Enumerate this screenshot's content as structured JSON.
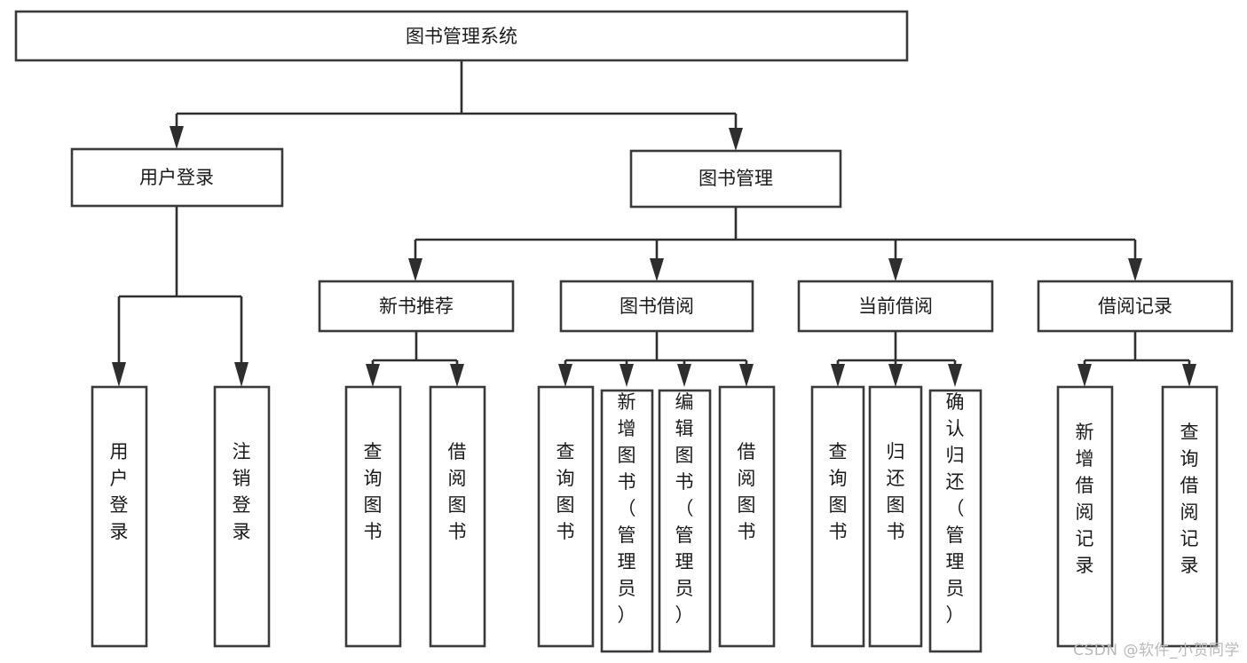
{
  "diagram": {
    "title": "图书管理系统",
    "type": "tree-hierarchy-diagram",
    "watermark": "CSDN @软件_小贺同学",
    "colors": {
      "background": "#ffffff",
      "node_fill": "#ffffff",
      "node_stroke": "#3a3a3a",
      "connector": "#2e2e2e",
      "text": "#1a1a1a",
      "watermark": "#b9b9b9"
    },
    "nodes": {
      "root": {
        "label": "图书管理系统"
      },
      "level2": [
        {
          "label": "用户登录"
        },
        {
          "label": "图书管理"
        }
      ],
      "level3": [
        {
          "label": "新书推荐"
        },
        {
          "label": "图书借阅"
        },
        {
          "label": "当前借阅"
        },
        {
          "label": "借阅记录"
        }
      ],
      "leaves": {
        "user_login": [
          {
            "label": "用户登录"
          },
          {
            "label": "注销登录"
          }
        ],
        "new_book_recommend": [
          {
            "label": "查询图书"
          },
          {
            "label": "借阅图书"
          }
        ],
        "book_borrow": [
          {
            "label": "查询图书"
          },
          {
            "label": "新增图书（管理员）"
          },
          {
            "label": "编辑图书（管理员）"
          },
          {
            "label": "借阅图书"
          }
        ],
        "current_borrow": [
          {
            "label": "查询图书"
          },
          {
            "label": "归还图书"
          },
          {
            "label": "确认归还（管理员）"
          }
        ],
        "borrow_record": [
          {
            "label": "新增借阅记录"
          },
          {
            "label": "查询借阅记录"
          }
        ]
      }
    }
  }
}
